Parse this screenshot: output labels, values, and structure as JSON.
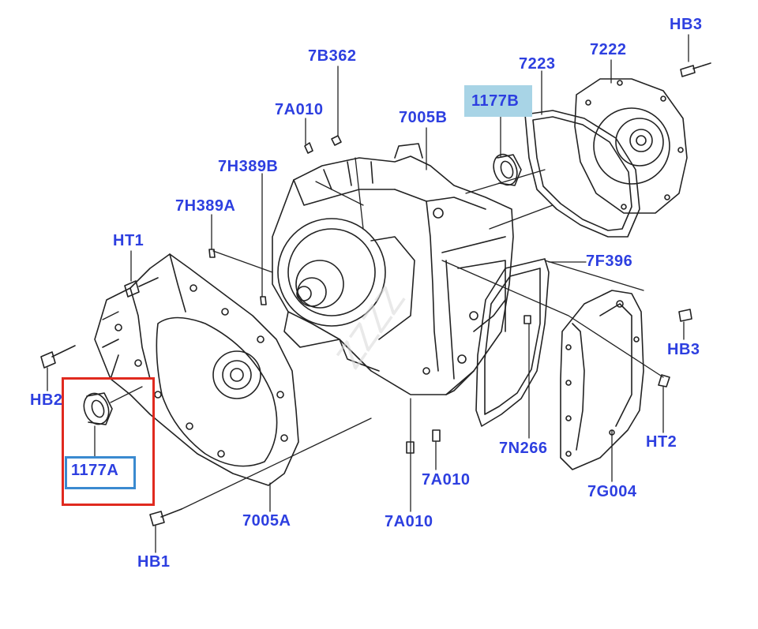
{
  "diagram": {
    "callouts": {
      "hb3_top": "HB3",
      "n7222": "7222",
      "n7223": "7223",
      "n1177b": "1177B",
      "n7b362": "7B362",
      "n7a010_top": "7A010",
      "n7005b": "7005B",
      "n7h389b": "7H389B",
      "n7h389a": "7H389A",
      "ht1": "HT1",
      "n7f396": "7F396",
      "hb3_right": "HB3",
      "hb2": "HB2",
      "n1177a": "1177A",
      "ht2": "HT2",
      "n7n266": "7N266",
      "n7a010_mid": "7A010",
      "n7g004": "7G004",
      "n7005a": "7005A",
      "n7a010_bottom": "7A010",
      "hb1": "HB1"
    },
    "colors": {
      "label": "#2d3fe0",
      "highlight_fill": "#a8d4e6",
      "highlight_outline": "#3a8ad0",
      "focus_frame": "#e02a1f",
      "line_art": "#222222"
    },
    "highlighted_parts": [
      "1177B",
      "1177A"
    ]
  }
}
